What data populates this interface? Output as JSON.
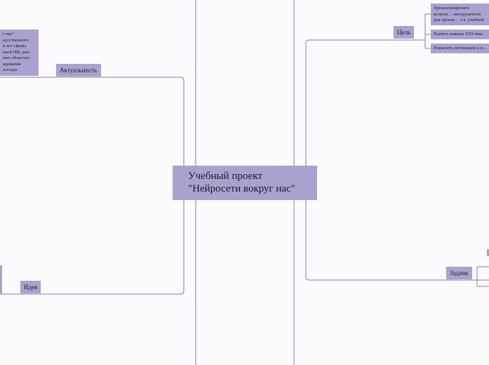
{
  "central": {
    "line1": "Учебный проект",
    "line2": "\"Нейросети вокруг нас\""
  },
  "branches": {
    "aktualnost": "Актуальность",
    "ideya": "Идея",
    "cel": "Цель",
    "zadachi": "Задачи"
  },
  "aktualnost_text": [
    "г нас\"",
    "кусственного",
    "и все сферы",
    "овой ИИ, уже",
    "ных областях:",
    "ирования погоды"
  ],
  "cel_items": [
    "Проанализировать возмож… инструментов для органи… т.ч. учебной проектной де…",
    "Развить навыки XXI века",
    "Повысить мотивацию к и…"
  ],
  "colors": {
    "node": "#a9a2cf",
    "line": "#8e76b3",
    "background": "#fdfbfd"
  }
}
